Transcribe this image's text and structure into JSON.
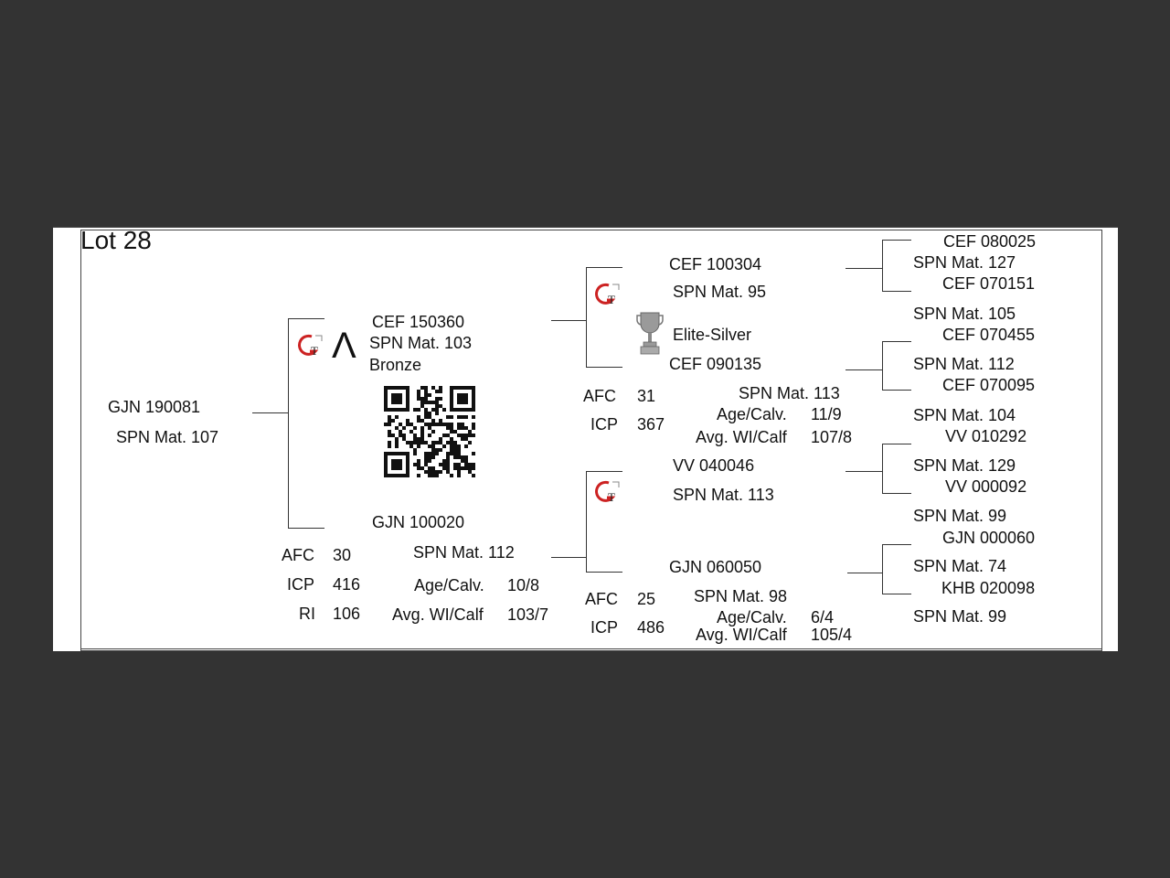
{
  "lot": {
    "title": "Lot 28"
  },
  "subject": {
    "id": "GJN 190081",
    "spn": "SPN Mat. 107"
  },
  "sire": {
    "id": "CEF 150360",
    "spn": "SPN Mat. 103",
    "award": "Bronze",
    "marker": "Λ"
  },
  "dam": {
    "id": "GJN 100020",
    "spn": "SPN Mat. 112",
    "afc_label": "AFC",
    "afc": "30",
    "icp_label": "ICP",
    "icp": "416",
    "ri_label": "RI",
    "ri": "106",
    "age_label": "Age/Calv.",
    "age": "10/8",
    "wi_label": "Avg. WI/Calf",
    "wi": "103/7"
  },
  "sire_sire": {
    "id": "CEF 100304",
    "spn": "SPN Mat. 95",
    "award": "Elite-Silver"
  },
  "sire_dam": {
    "id": "CEF 090135",
    "spn": "SPN Mat. 113",
    "afc_label": "AFC",
    "afc": "31",
    "icp_label": "ICP",
    "icp": "367",
    "age_label": "Age/Calv.",
    "age": "11/9",
    "wi_label": "Avg. WI/Calf",
    "wi": "107/8"
  },
  "dam_sire": {
    "id": "VV  040046",
    "spn": "SPN Mat. 113"
  },
  "dam_dam": {
    "id": "GJN 060050",
    "spn": "SPN Mat. 98",
    "afc_label": "AFC",
    "afc": "25",
    "icp_label": "ICP",
    "icp": "486",
    "age_label": "Age/Calv.",
    "age": "6/4",
    "wi_label": "Avg. WI/Calf",
    "wi": "105/4"
  },
  "gen3": [
    {
      "id": "CEF 080025",
      "spn": "SPN Mat. 127"
    },
    {
      "id": "CEF 070151",
      "spn": "SPN Mat. 105"
    },
    {
      "id": "CEF 070455",
      "spn": "SPN Mat. 112"
    },
    {
      "id": "CEF 070095",
      "spn": "SPN Mat. 104"
    },
    {
      "id": "VV  010292",
      "spn": "SPN Mat. 129"
    },
    {
      "id": "VV  000092",
      "spn": "SPN Mat. 99"
    },
    {
      "id": "GJN 000060",
      "spn": "SPN Mat. 74"
    },
    {
      "id": "KHB 020098",
      "spn": "SPN Mat. 99"
    }
  ],
  "icons": {
    "logo": "gt-logo-icon",
    "trophy": "trophy-icon",
    "qr": "qr-code"
  },
  "colors": {
    "background": "#333333",
    "sheet": "#ffffff",
    "logo_red": "#cc2222"
  }
}
